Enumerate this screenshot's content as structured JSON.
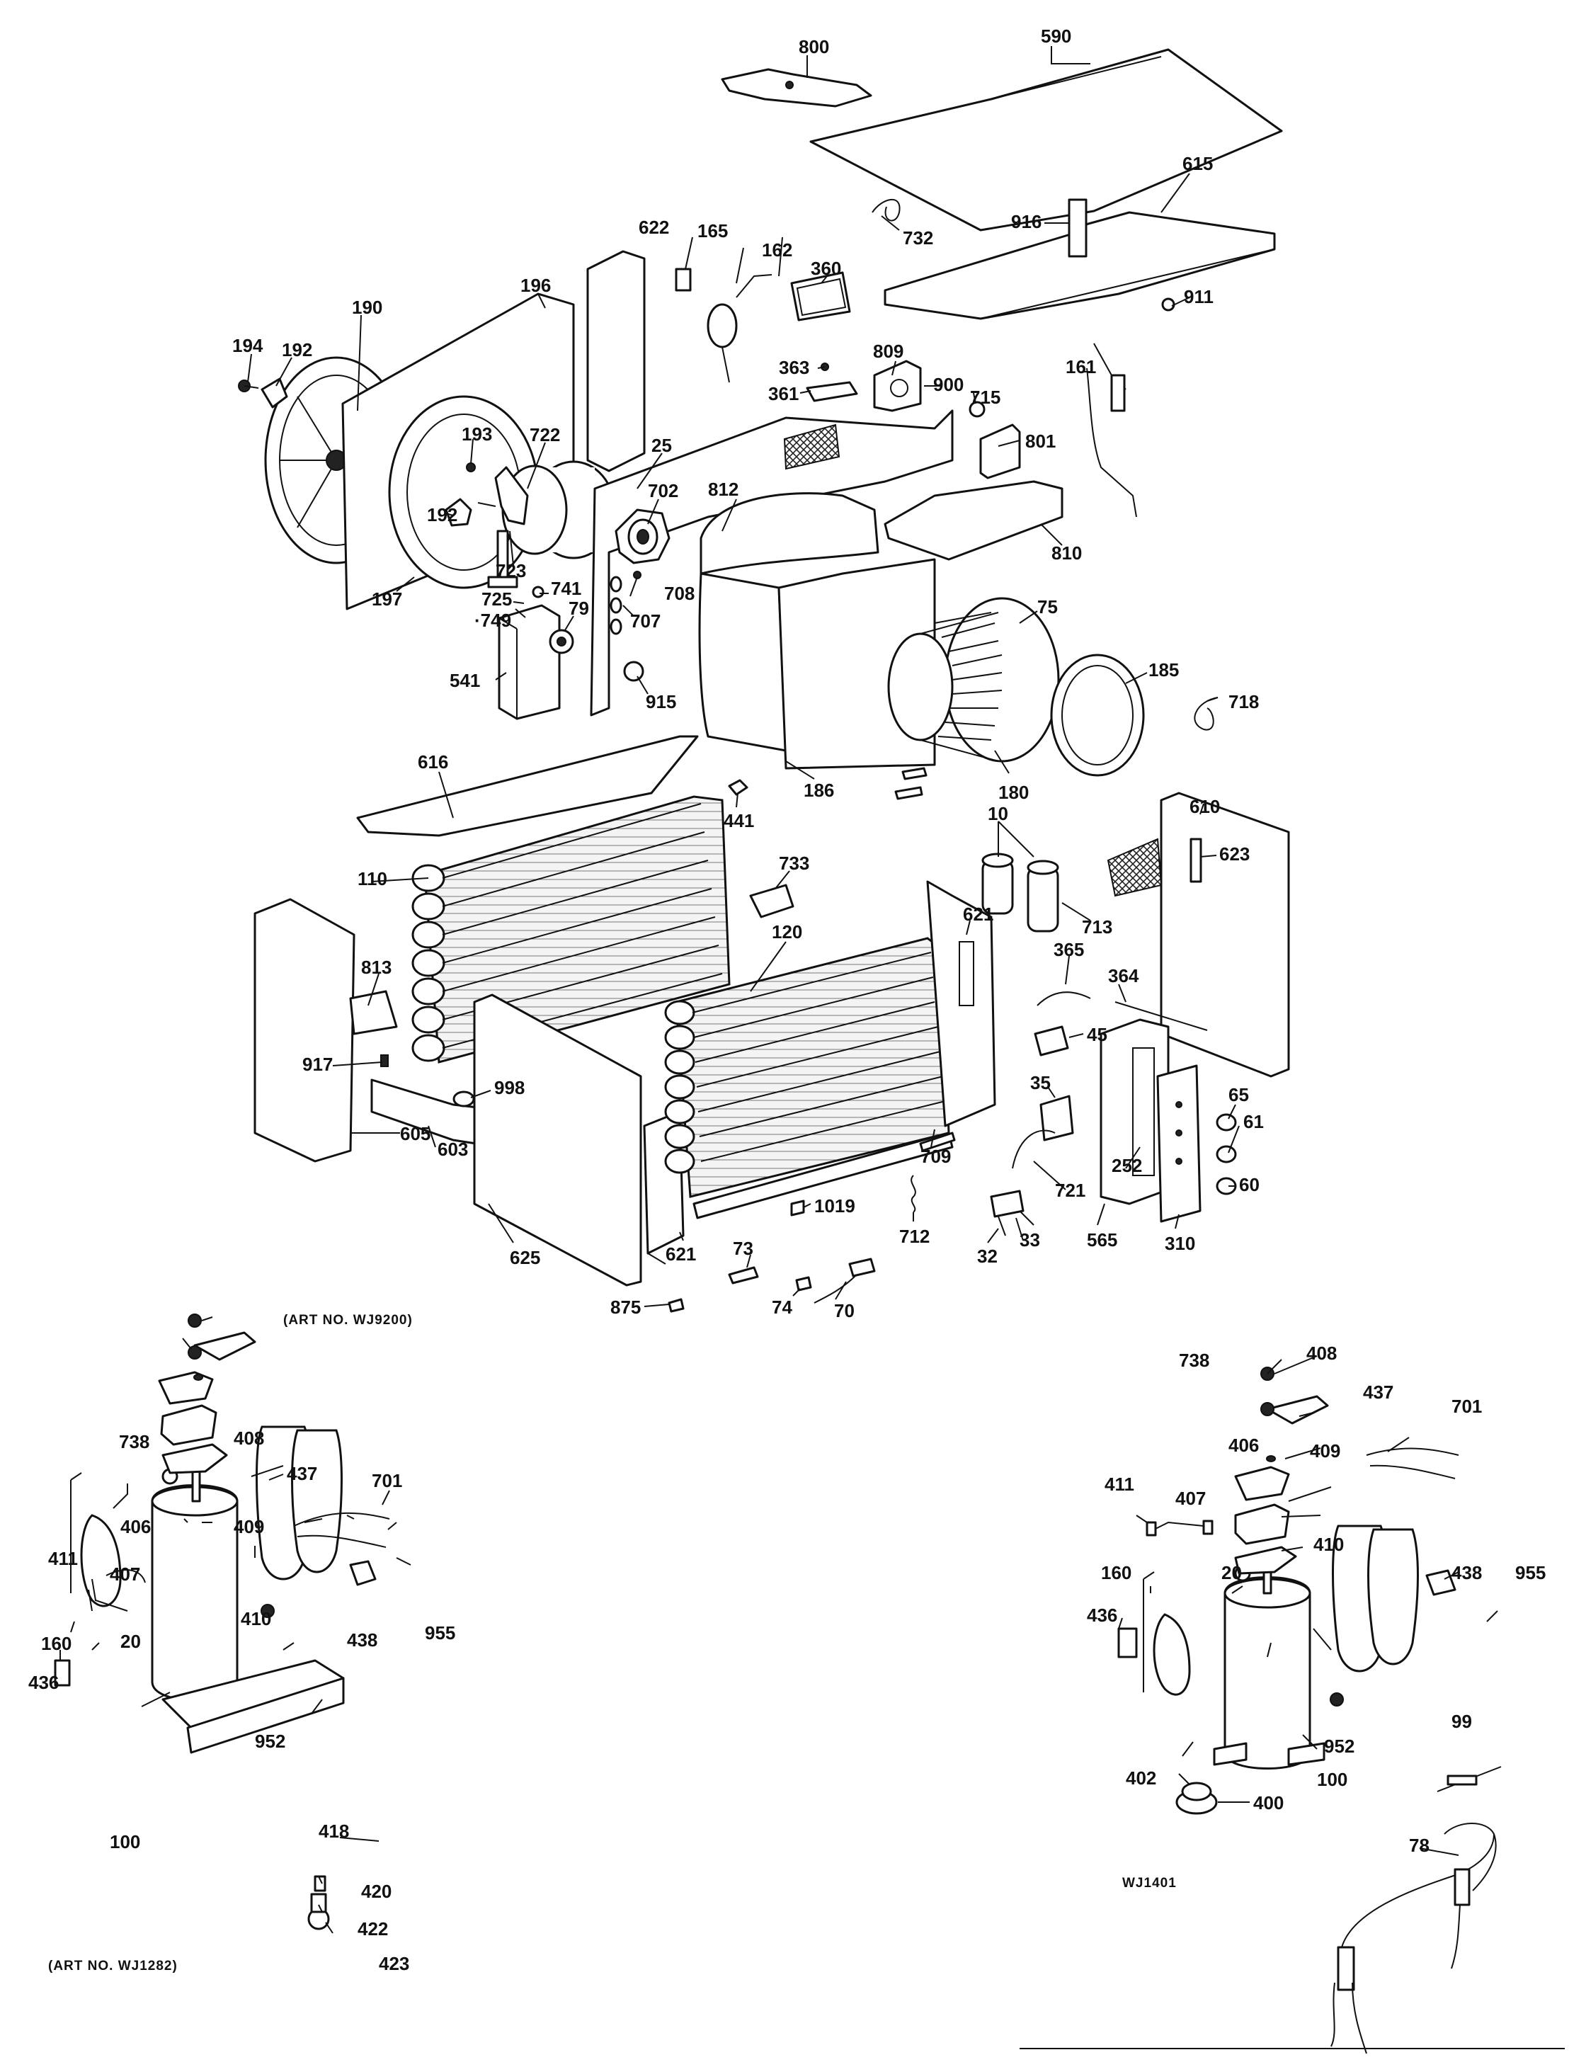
{
  "captions": {
    "main": "(ART NO. WJ9200)",
    "left_compressor": "(ART NO. WJ1282)",
    "right_compressor": "WJ1401"
  },
  "main_labels": {
    "p590": "590",
    "p800": "800",
    "p615": "615",
    "p916": "916",
    "p732": "732",
    "p911": "911",
    "p622": "622",
    "p165": "165",
    "p162": "162",
    "p360": "360",
    "p363": "363",
    "p361": "361",
    "p809": "809",
    "p900": "900",
    "p715": "715",
    "p801": "801",
    "p161": "161",
    "p196": "196",
    "p190": "190",
    "p194": "194",
    "p192a": "192",
    "p193": "193",
    "p192b": "192",
    "p722": "722",
    "p25": "25",
    "p702": "702",
    "p812": "812",
    "p810": "810",
    "p723": "723",
    "p741": "741",
    "p725": "725",
    "p749": "·749",
    "p197": "197",
    "p79": "79",
    "p541": "541",
    "p707": "707",
    "p708": "708",
    "p915": "915",
    "p75": "75",
    "p185": "185",
    "p718": "718",
    "p186": "186",
    "p180": "180",
    "p616": "616",
    "p441": "441",
    "p10": "10",
    "p610": "610",
    "p623": "623",
    "p110": "110",
    "p733": "733",
    "p713": "713",
    "p120": "120",
    "p621a": "621",
    "p365": "365",
    "p364": "364",
    "p813": "813",
    "p917": "917",
    "p998": "998",
    "p45": "45",
    "p35": "35",
    "p65": "65",
    "p61": "61",
    "p605": "605",
    "p603": "603",
    "p721": "721",
    "p252": "252",
    "p60": "60",
    "p709": "709",
    "p1019": "1019",
    "p712": "712",
    "p33": "33",
    "p625": "625",
    "p621b": "621",
    "p73": "73",
    "p32": "32",
    "p565": "565",
    "p310": "310",
    "p875": "875",
    "p74": "74",
    "p70": "70"
  },
  "left_labels": {
    "p738": "738",
    "p408": "408",
    "p437": "437",
    "p701": "701",
    "p409": "409",
    "p406": "406",
    "p411": "411",
    "p407": "407",
    "p410": "410",
    "p160": "160",
    "p20": "20",
    "p438": "438",
    "p955": "955",
    "p436": "436",
    "p952": "952",
    "p418": "418",
    "p100": "100",
    "p420": "420",
    "p422": "422",
    "p423": "423"
  },
  "right_labels": {
    "p738": "738",
    "p408": "408",
    "p437": "437",
    "p701": "701",
    "p406": "406",
    "p409": "409",
    "p411": "411",
    "p407": "407",
    "p410": "410",
    "p160": "160",
    "p20": "20",
    "p438": "438",
    "p955": "955",
    "p436": "436",
    "p952": "952",
    "p99": "99",
    "p100": "100",
    "p402": "402",
    "p400": "400",
    "p78": "78"
  }
}
